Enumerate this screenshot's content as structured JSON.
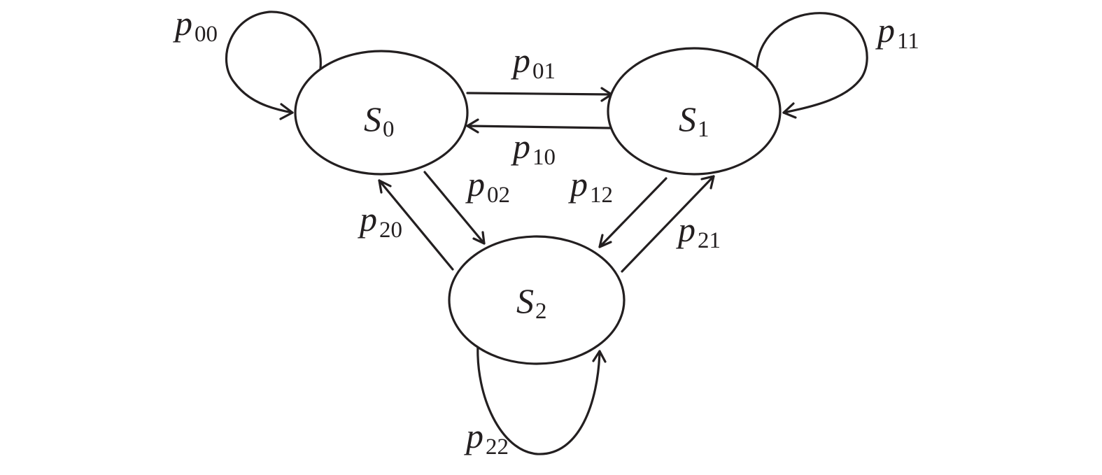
{
  "diagram": {
    "type": "state-transition-diagram",
    "states": [
      {
        "id": "S0",
        "symbol": "S",
        "subscript": "0"
      },
      {
        "id": "S1",
        "symbol": "S",
        "subscript": "1"
      },
      {
        "id": "S2",
        "symbol": "S",
        "subscript": "2"
      }
    ],
    "transitions": [
      {
        "from": "S0",
        "to": "S0",
        "symbol": "p",
        "subscript": "00"
      },
      {
        "from": "S1",
        "to": "S1",
        "symbol": "p",
        "subscript": "11"
      },
      {
        "from": "S0",
        "to": "S1",
        "symbol": "p",
        "subscript": "01"
      },
      {
        "from": "S1",
        "to": "S0",
        "symbol": "p",
        "subscript": "10"
      },
      {
        "from": "S0",
        "to": "S2",
        "symbol": "p",
        "subscript": "02"
      },
      {
        "from": "S2",
        "to": "S0",
        "symbol": "p",
        "subscript": "20"
      },
      {
        "from": "S1",
        "to": "S2",
        "symbol": "p",
        "subscript": "12"
      },
      {
        "from": "S2",
        "to": "S1",
        "symbol": "p",
        "subscript": "21"
      },
      {
        "from": "S2",
        "to": "S2",
        "symbol": "p",
        "subscript": "22"
      }
    ],
    "line_color": "#231f20"
  }
}
